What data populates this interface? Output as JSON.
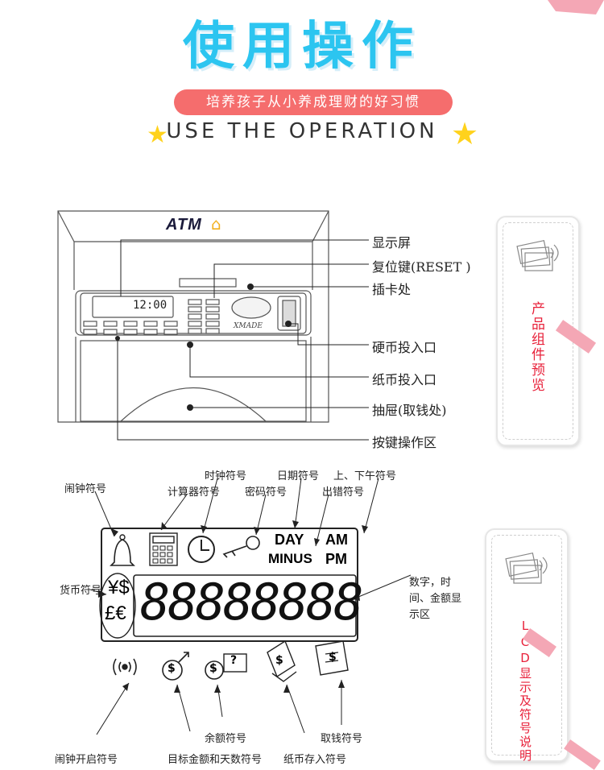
{
  "header": {
    "title": "使用操作",
    "subtitle": "培养孩子从小养成理财的好习惯",
    "en_title": "USE THE OPERATION"
  },
  "atm": {
    "logo_text": "ATM",
    "brand": "XMADE",
    "clock_display": "12:00",
    "callouts": {
      "display_screen": "显示屏",
      "reset_key": "复位键(RESET )",
      "card_slot": "插卡处",
      "coin_slot": "硬币投入口",
      "note_slot": "纸币投入口",
      "drawer": "抽屉(取钱处)",
      "keypad": "按键操作区"
    }
  },
  "lcd": {
    "day": "DAY",
    "minus": "MINUS",
    "am": "AM",
    "pm": "PM",
    "digits": "88888888",
    "currency_top": "¥$",
    "currency_bottom": "£€",
    "callouts": {
      "alarm_symbol": "闹钟符号",
      "clock_symbol": "时钟符号",
      "calculator_symbol": "计算器符号",
      "password_symbol": "密码符号",
      "date_symbol": "日期符号",
      "error_symbol": "出错符号",
      "ampm_symbol": "上、下午符号",
      "currency_symbol": "货币符号",
      "digits_area": "数字，时间、金额显示区",
      "alarm_on_symbol": "闹钟开启符号",
      "target_symbol": "目标金额和天数符号",
      "balance_symbol": "余额符号",
      "note_deposit_symbol": "纸币存入符号",
      "withdraw_symbol": "取钱符号"
    }
  },
  "side_tags": {
    "components": "产品组件预览",
    "lcd": "LCD显示及符号说明"
  },
  "colors": {
    "title": "#2cc5f0",
    "pill": "#f56d6d",
    "star": "#ffd21c",
    "tag_text": "#e8213a",
    "ribbon": "#f4a7b5"
  }
}
